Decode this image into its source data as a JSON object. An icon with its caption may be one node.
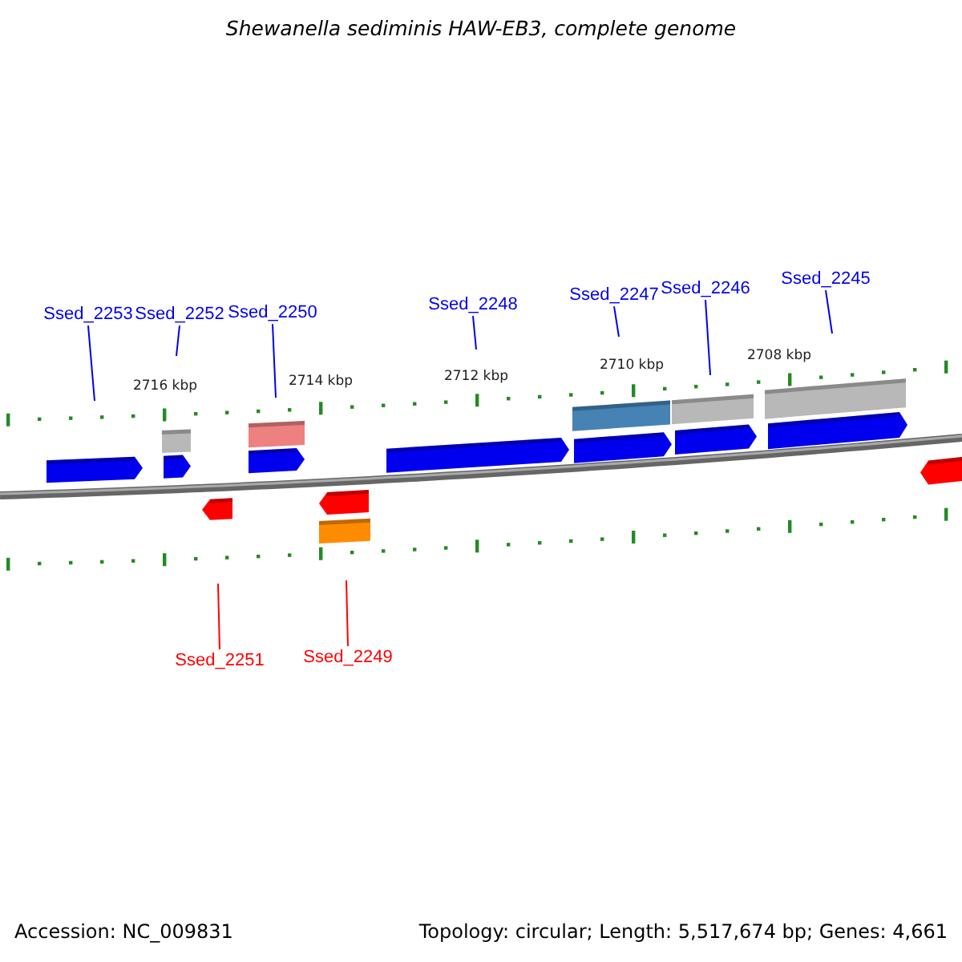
{
  "diagram": {
    "title": "Shewanella sediminis HAW-EB3, complete genome",
    "nodes": [
      {
        "text": [
          "Ssed_2253"
        ]
      },
      {
        "text": [
          "Ssed_2252"
        ]
      },
      {
        "text": [
          "Ssed_2250"
        ]
      },
      {
        "text": [
          "Ssed_2248"
        ]
      },
      {
        "text": [
          "Ssed_2247"
        ]
      },
      {
        "text": [
          "Ssed_2246"
        ]
      },
      {
        "text": [
          "Ssed_2245"
        ]
      },
      {
        "text": [
          "Ssed_2251"
        ]
      },
      {
        "text": [
          "Ssed_2249"
        ]
      }
    ],
    "edges": [
      {
        "from": 0,
        "to": null,
        "arrow": "none"
      },
      {
        "from": 1,
        "to": null,
        "arrow": "none"
      },
      {
        "from": 2,
        "to": null,
        "arrow": "none"
      },
      {
        "from": 3,
        "to": null,
        "arrow": "none"
      },
      {
        "from": 4,
        "to": null,
        "arrow": "none"
      },
      {
        "from": 5,
        "to": null,
        "arrow": "none"
      },
      {
        "from": 6,
        "to": null,
        "arrow": "none"
      },
      {
        "from": 7,
        "to": null,
        "arrow": "none",
        "color": "#ff0000"
      },
      {
        "from": 8,
        "to": null,
        "arrow": "none",
        "color": "#ff0000"
      }
    ],
    "labels": [
      "2716 kbp",
      "2714 kbp",
      "2712 kbp",
      "2710 kbp",
      "2708 kbp",
      "Accession: NC_009831",
      "Topology: circular; Length: 5,517,674 bp; Genes: 4,661"
    ]
  }
}
